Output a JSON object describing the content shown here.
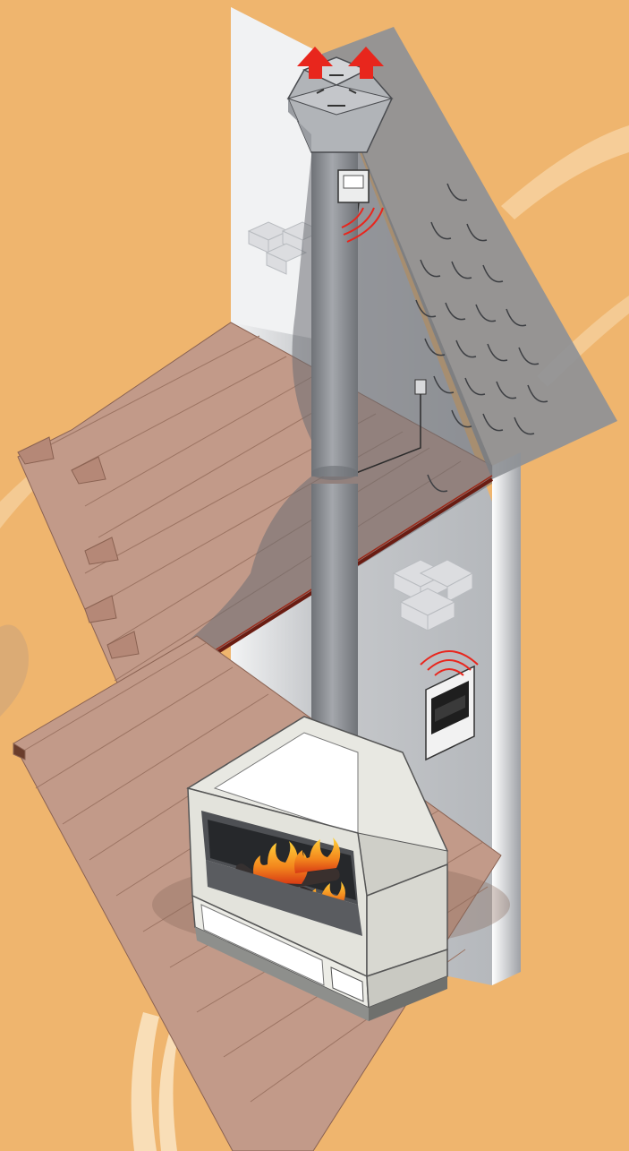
{
  "scene": {
    "colors": {
      "background": "#efb56e",
      "wall": "#c9cbce",
      "wall_light": "#e9eaec",
      "roof": "#8e9196",
      "pipe": "#8f9297",
      "floor_plank": "#b98e7c",
      "arrow": "#e8261d",
      "signal": "#e8261d",
      "stove_body": "#e6e6e0",
      "flame": "#f08a1c"
    },
    "components": [
      {
        "name": "exhaust-arrow",
        "icon": "up-arrow-icon",
        "count": 2
      },
      {
        "name": "chimney-fan",
        "icon": "chimney-cap-icon"
      },
      {
        "name": "fan-sensor-unit",
        "icon": "wireless-sensor-icon"
      },
      {
        "name": "wall-controller",
        "icon": "wireless-display-icon"
      },
      {
        "name": "gas-fireplace",
        "icon": "fireplace-icon"
      }
    ]
  }
}
